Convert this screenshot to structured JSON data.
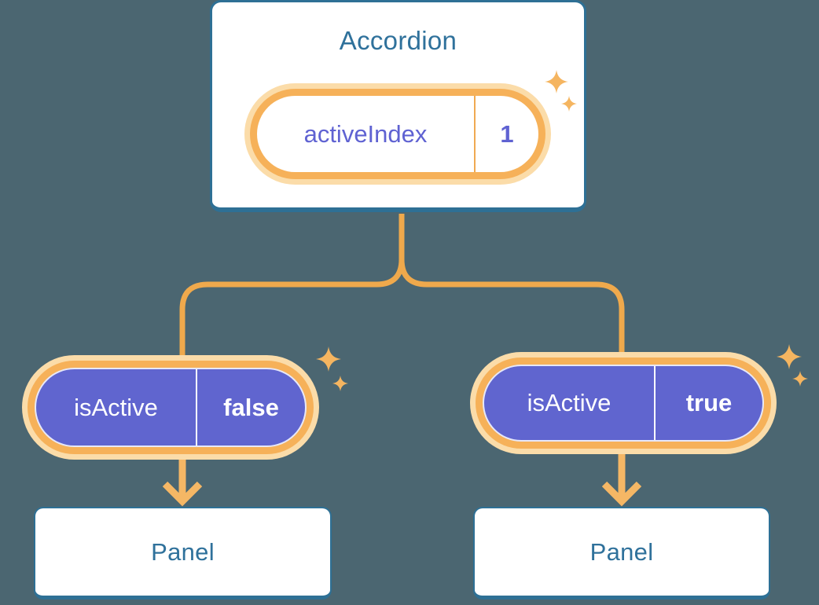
{
  "diagram": {
    "description": "React lifting-state-up diagram: Accordion parent holds state, passes props to two Panels"
  },
  "accordion": {
    "title": "Accordion",
    "state": {
      "name": "activeIndex",
      "value": "1"
    }
  },
  "children": [
    {
      "prop": {
        "name": "isActive",
        "value": "false"
      },
      "panel": {
        "label": "Panel"
      }
    },
    {
      "prop": {
        "name": "isActive",
        "value": "true"
      },
      "panel": {
        "label": "Panel"
      }
    }
  ],
  "icons": {
    "sparkle": "sparkle-icon (4-point star)",
    "arrow": "arrow-down-icon (orange chevron arrow)"
  },
  "colors": {
    "background": "#4B6671",
    "card_border_blue": "#2E7095",
    "heading_blue": "#2F719B",
    "pill_purple": "#6065CF",
    "text_purple": "#5F62D2",
    "ring_orange": "#F6B159",
    "glow_cream": "#FBDCA9",
    "connector_orange": "#EFA94C",
    "arrow_orange": "#F5B765",
    "card_fill": "#FFFFFF"
  }
}
